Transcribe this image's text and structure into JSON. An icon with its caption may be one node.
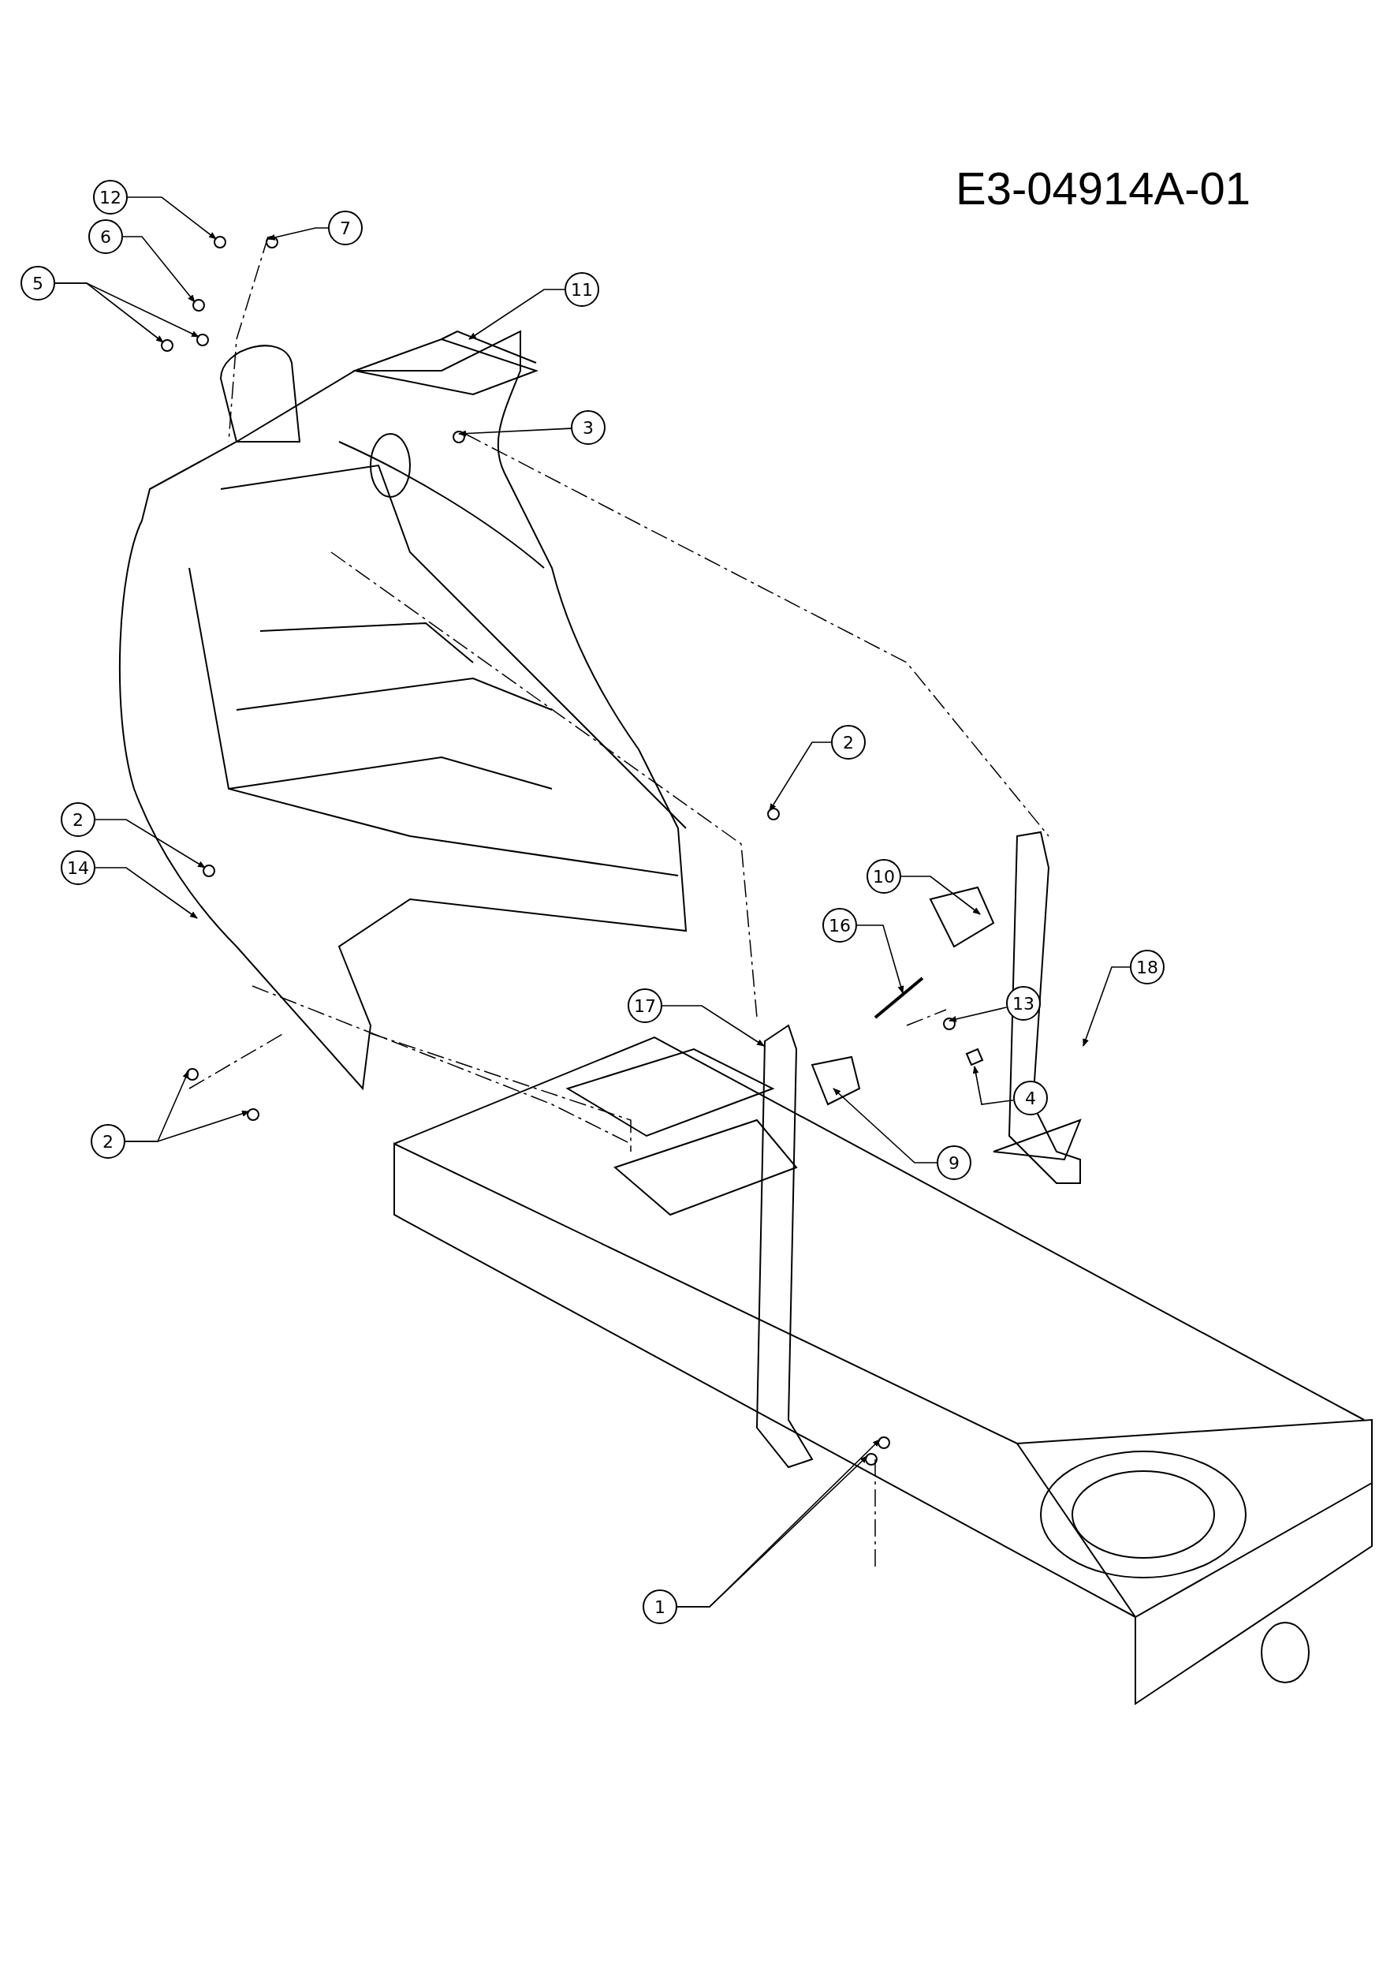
{
  "diagram": {
    "nodes": [
      {
        "text": [
          "12"
        ]
      },
      {
        "text": [
          "6"
        ]
      },
      {
        "text": [
          "7"
        ]
      },
      {
        "text": [
          "5"
        ]
      },
      {
        "text": [
          "11"
        ]
      },
      {
        "text": [
          "3"
        ]
      },
      {
        "text": [
          "2"
        ]
      },
      {
        "text": [
          "2"
        ]
      },
      {
        "text": [
          "14"
        ]
      },
      {
        "text": [
          "10"
        ]
      },
      {
        "text": [
          "16"
        ]
      },
      {
        "text": [
          "18"
        ]
      },
      {
        "text": [
          "17"
        ]
      },
      {
        "text": [
          "13"
        ]
      },
      {
        "text": [
          "4"
        ]
      },
      {
        "text": [
          "9"
        ]
      },
      {
        "text": [
          "2"
        ]
      },
      {
        "text": [
          "1"
        ]
      }
    ],
    "edges": [
      {
        "from": 0,
        "to": null,
        "arrow": "to"
      },
      {
        "from": 1,
        "to": null,
        "arrow": "to"
      },
      {
        "from": 2,
        "to": null,
        "arrow": "to"
      },
      {
        "from": 3,
        "to": null,
        "arrow": "to"
      },
      {
        "from": 3,
        "to": null,
        "arrow": "to"
      },
      {
        "from": 4,
        "to": null,
        "arrow": "to"
      },
      {
        "from": 5,
        "to": null,
        "arrow": "to"
      },
      {
        "from": 6,
        "to": null,
        "arrow": "to"
      },
      {
        "from": 7,
        "to": null,
        "arrow": "to"
      },
      {
        "from": 8,
        "to": null,
        "arrow": "to"
      },
      {
        "from": 9,
        "to": null,
        "arrow": "to"
      },
      {
        "from": 10,
        "to": null,
        "arrow": "to"
      },
      {
        "from": 11,
        "to": null,
        "arrow": "to"
      },
      {
        "from": 12,
        "to": null,
        "arrow": "to"
      },
      {
        "from": 13,
        "to": null,
        "arrow": "to"
      },
      {
        "from": 14,
        "to": null,
        "arrow": "to"
      },
      {
        "from": 15,
        "to": null,
        "arrow": "to"
      },
      {
        "from": 16,
        "to": null,
        "arrow": "to"
      },
      {
        "from": 16,
        "to": null,
        "arrow": "to"
      },
      {
        "from": 17,
        "to": null,
        "arrow": "to"
      },
      {
        "from": 17,
        "to": null,
        "arrow": "to"
      }
    ],
    "labels": [
      "E3-04914A-01"
    ]
  }
}
